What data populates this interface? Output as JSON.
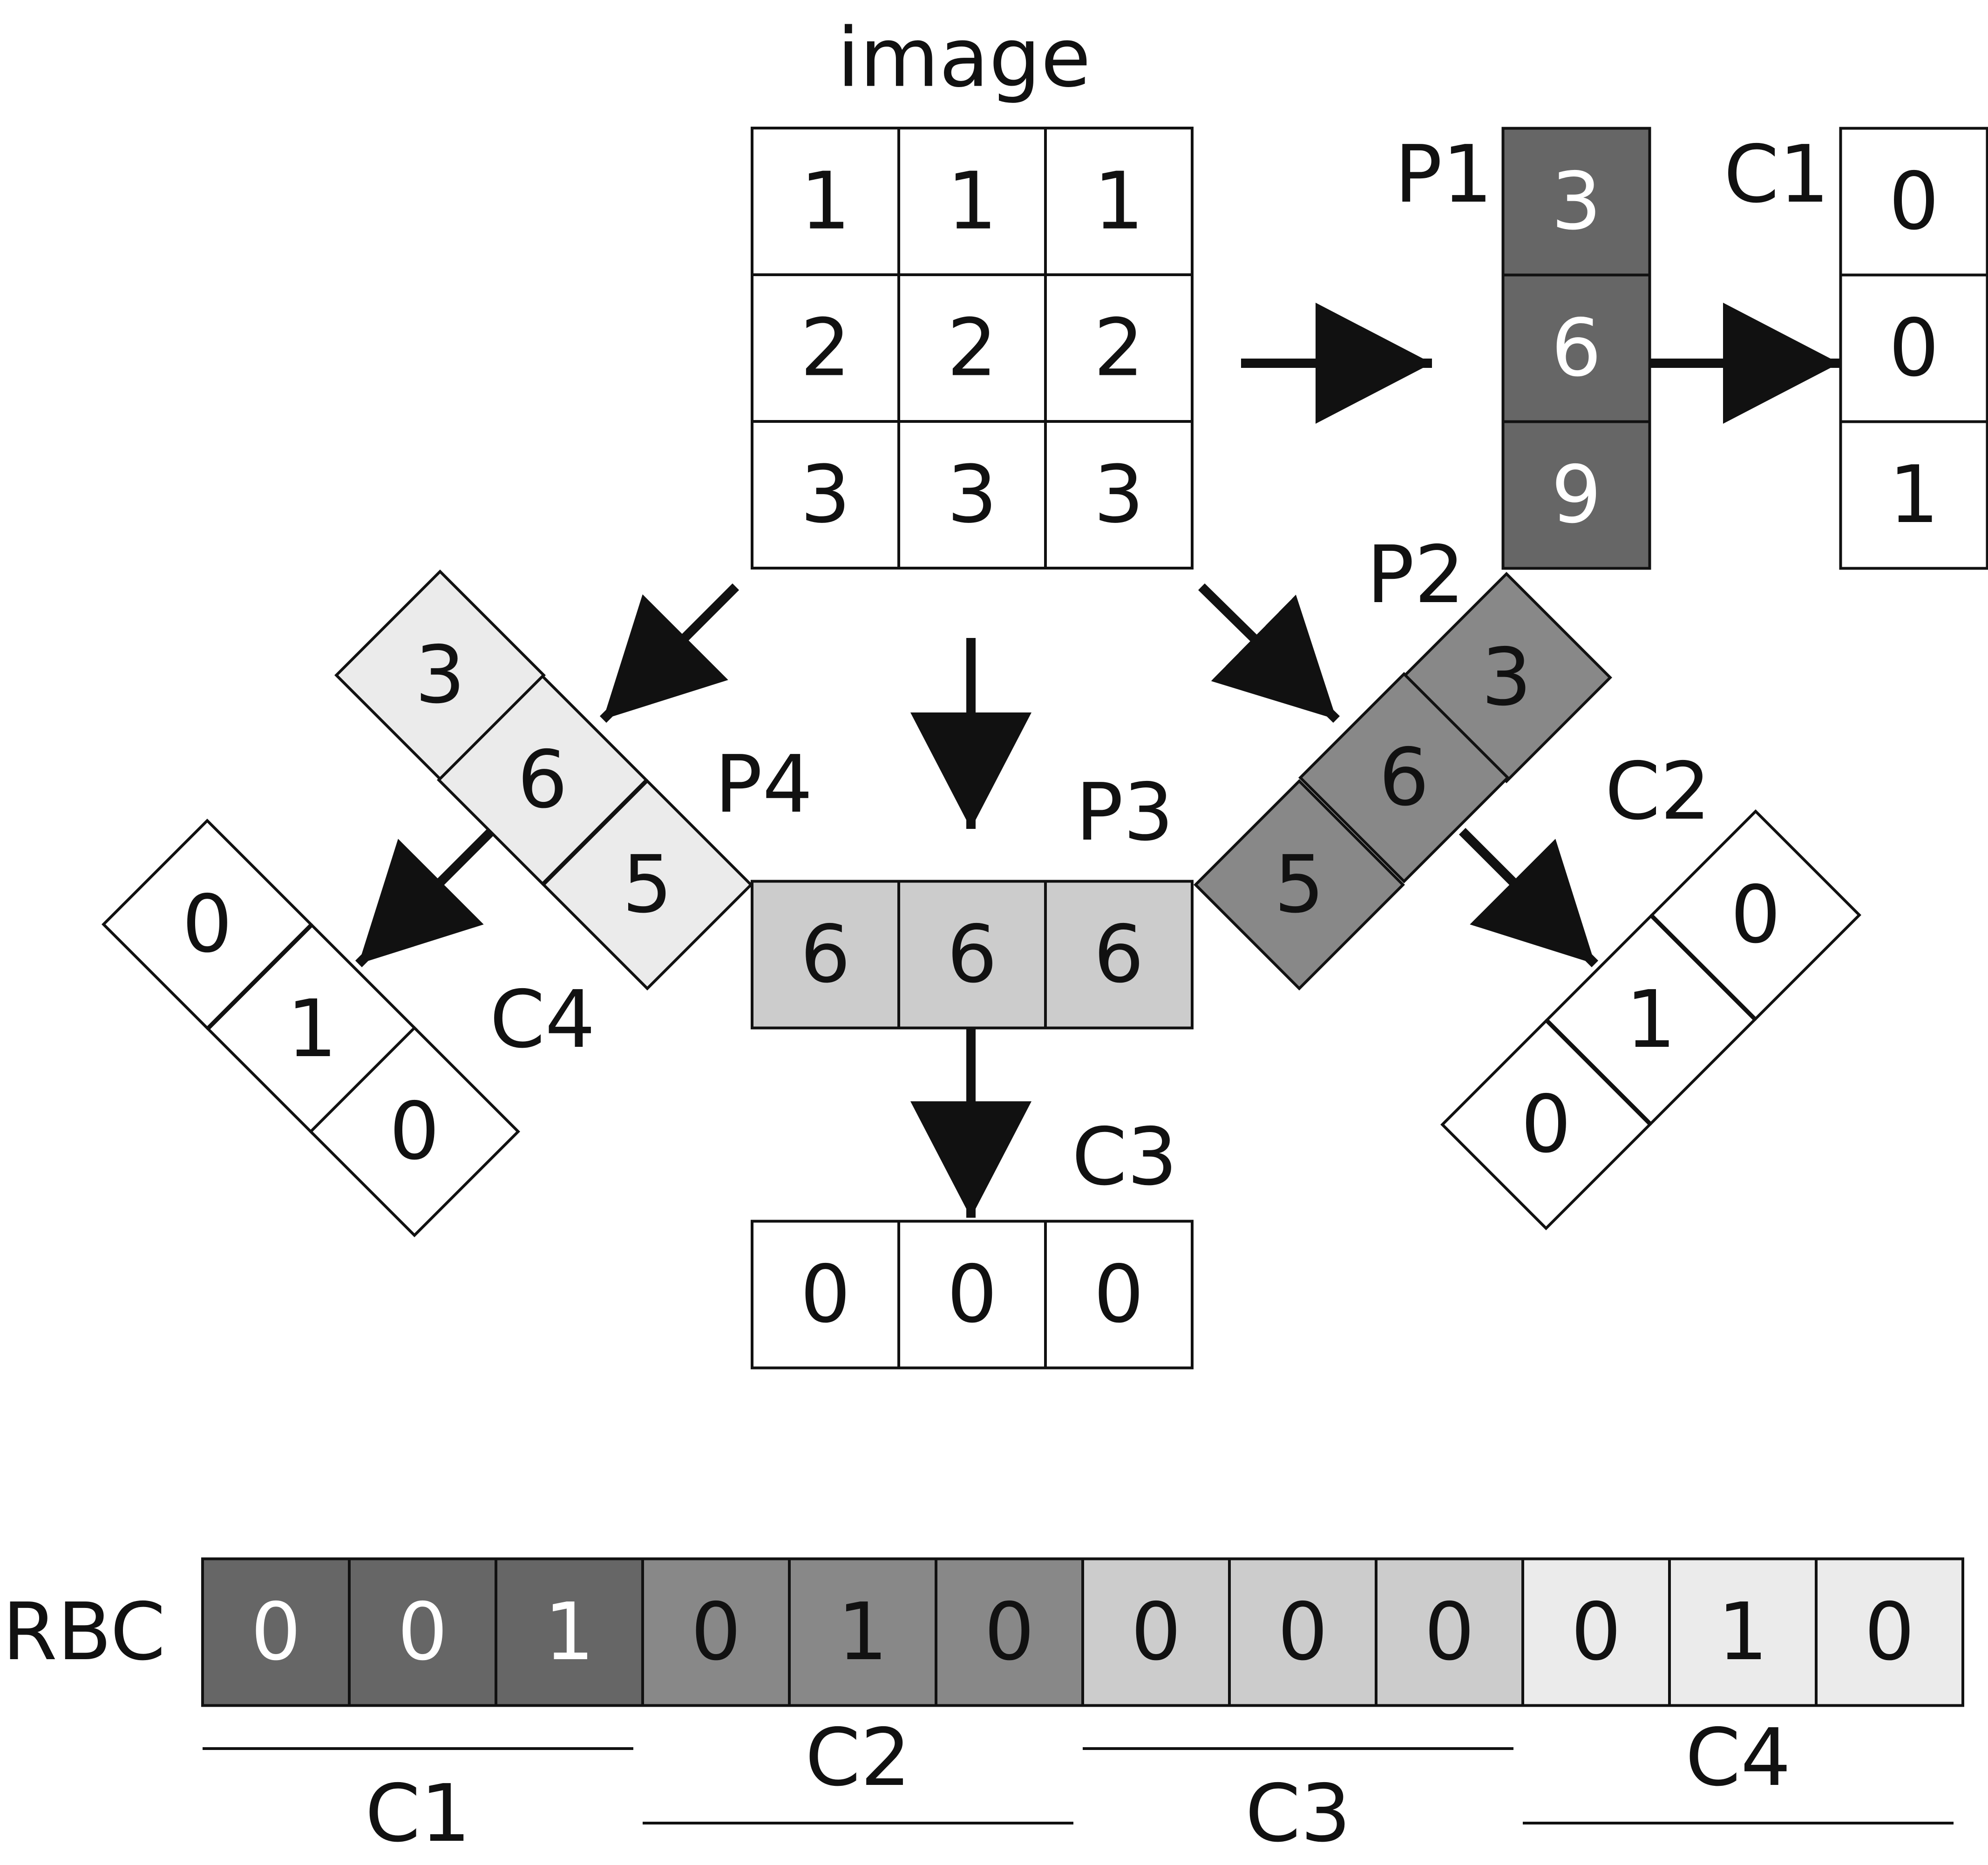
{
  "image": {
    "title": "image",
    "rows": [
      [
        "1",
        "1",
        "1"
      ],
      [
        "2",
        "2",
        "2"
      ],
      [
        "3",
        "3",
        "3"
      ]
    ]
  },
  "projections": [
    {
      "label": "P1",
      "values": [
        "3",
        "6",
        "9"
      ],
      "fill": "#666666",
      "text_color": "#ffffff"
    },
    {
      "label": "P2",
      "values": [
        "3",
        "6",
        "5"
      ],
      "fill": "#888888",
      "text_color": "#111111"
    },
    {
      "label": "P3",
      "values": [
        "6",
        "6",
        "6"
      ],
      "fill": "#cccccc",
      "text_color": "#111111"
    },
    {
      "label": "P4",
      "values": [
        "3",
        "6",
        "5"
      ],
      "fill": "#ebebeb",
      "text_color": "#111111"
    }
  ],
  "codes": [
    {
      "label": "C1",
      "values": [
        "0",
        "0",
        "1"
      ]
    },
    {
      "label": "C2",
      "values": [
        "0",
        "1",
        "0"
      ]
    },
    {
      "label": "C3",
      "values": [
        "0",
        "0",
        "0"
      ]
    },
    {
      "label": "C4",
      "values": [
        "0",
        "1",
        "0"
      ]
    }
  ],
  "rbc": {
    "label": "RBC",
    "groups": [
      {
        "label": "C1",
        "values": [
          "0",
          "0",
          "1"
        ],
        "fill": "#666666",
        "text_color": "#ffffff"
      },
      {
        "label": "C2",
        "values": [
          "0",
          "1",
          "0"
        ],
        "fill": "#888888",
        "text_color": "#111111"
      },
      {
        "label": "C3",
        "values": [
          "0",
          "0",
          "0"
        ],
        "fill": "#cccccc",
        "text_color": "#111111"
      },
      {
        "label": "C4",
        "values": [
          "0",
          "1",
          "0"
        ],
        "fill": "#ebebeb",
        "text_color": "#111111"
      }
    ]
  },
  "colors": {
    "stroke": "#111111",
    "background": "#ffffff"
  }
}
